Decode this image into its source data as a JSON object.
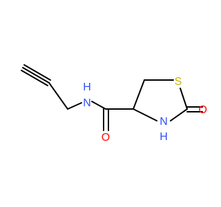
{
  "atoms": {
    "n_amide": {
      "text": "N",
      "color": "#3050F8"
    },
    "h_amide": {
      "text": "H",
      "color": "#3050F8"
    },
    "s_ring": {
      "text": "S",
      "color": "#C8B400"
    },
    "o_ketone": {
      "text": "O",
      "color": "#FF0D0D"
    },
    "o_amide": {
      "text": "O",
      "color": "#FF0D0D"
    },
    "n_ring": {
      "text": "N",
      "color": "#3050F8"
    },
    "h_ring": {
      "text": "H",
      "color": "#3050F8"
    }
  },
  "colors": {
    "bond": "#000000",
    "background": "#ffffff"
  }
}
